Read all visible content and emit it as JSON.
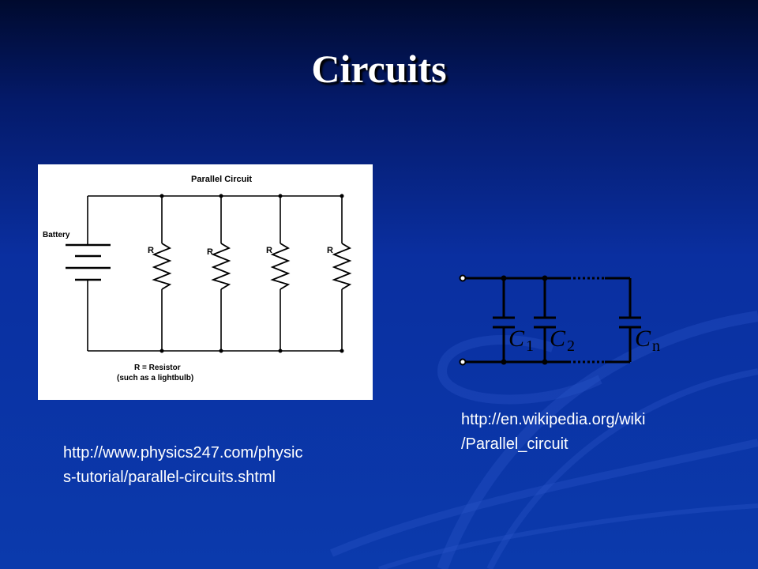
{
  "slide": {
    "title": "Circuits"
  },
  "parallel_circuit": {
    "title": "Parallel Circuit",
    "battery_label": "Battery",
    "resistor_label": "R",
    "legend_line1": "R = Resistor",
    "legend_line2": "(such as a lightbulb)"
  },
  "capacitor_diagram": {
    "letter": "C",
    "sub1": "1",
    "sub2": "2",
    "subn": "n"
  },
  "captions": {
    "left_line1": "http://www.physics247.com/physic",
    "left_line2": "s-tutorial/parallel-circuits.shtml",
    "right_line1": "http://en.wikipedia.org/wiki",
    "right_line2": "/Parallel_circuit"
  }
}
